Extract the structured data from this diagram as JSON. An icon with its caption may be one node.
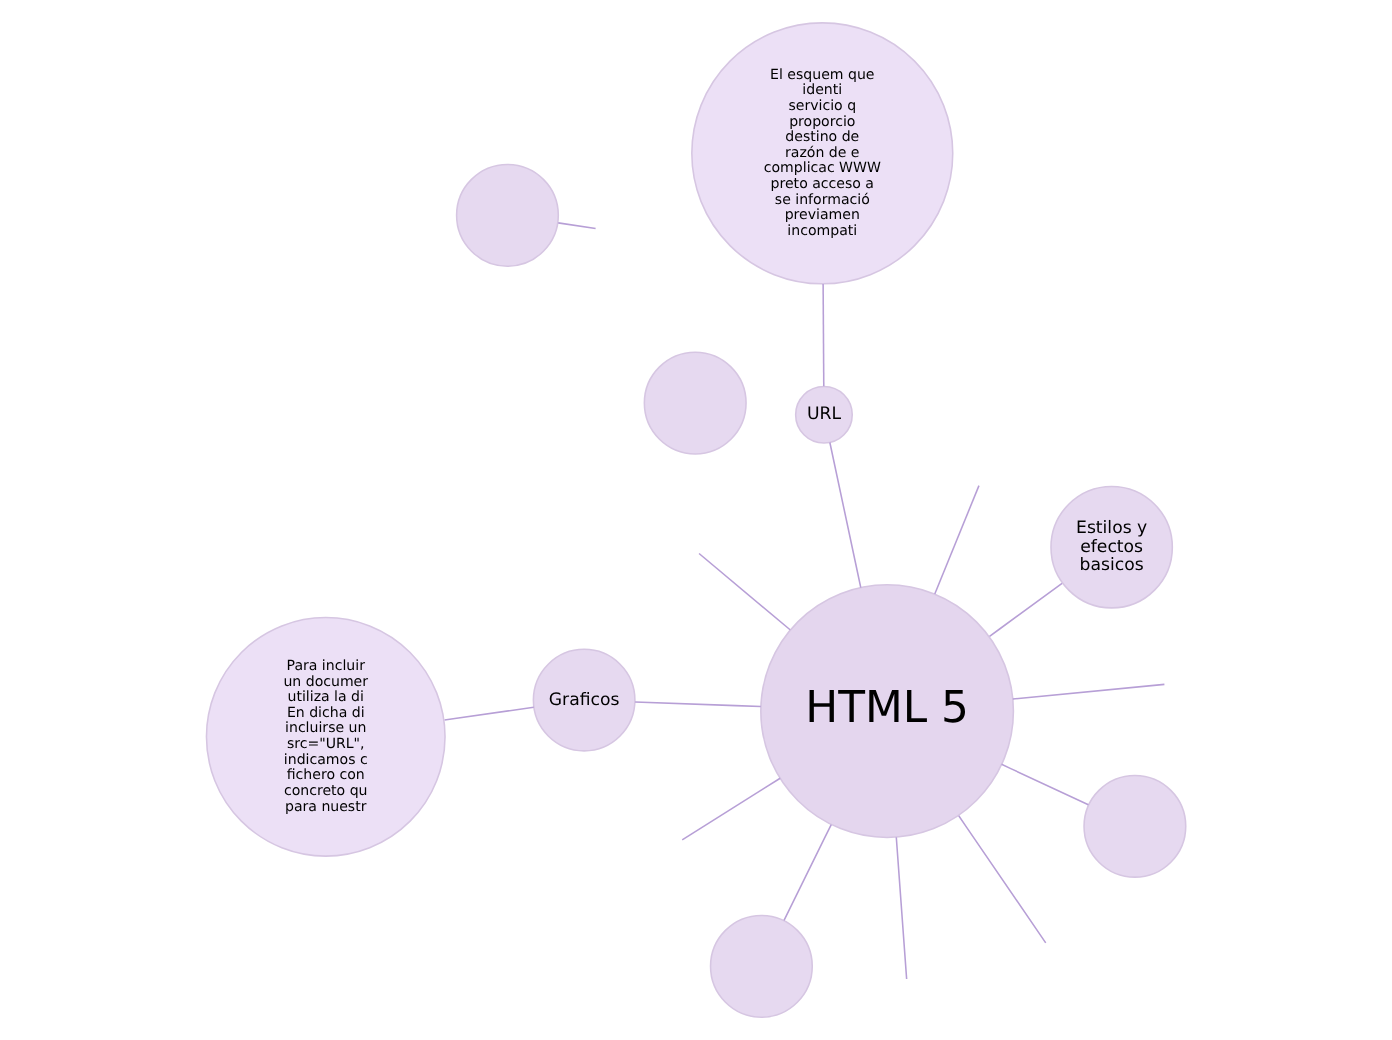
{
  "diagram": {
    "nodes": [
      {
        "text": [
          "HTML 5"
        ]
      },
      {
        "text": [
          "Estilos y efectos basicos"
        ]
      },
      {
        "text": [],
        "shape": "circle"
      },
      {
        "text": [],
        "shape": "circle"
      },
      {
        "text": [
          "URL"
        ]
      },
      {
        "text": [
          "El esquem que identi servicio q proporcio destino de razón de e complicac WWW preto acceso a se informació previamen incompati"
        ]
      },
      {
        "text": [
          "Graficos"
        ]
      },
      {
        "text": [
          "Para incluir un documer utiliza la di En dicha di incluirse un src=\"URL\", indicamos c fichero con concreto qu para nuestr"
        ]
      },
      {
        "text": [],
        "shape": "circle"
      },
      {
        "text": [],
        "shape": "circle"
      }
    ],
    "edges": [
      {
        "from": 0,
        "to": 1,
        "arrow": "none"
      },
      {
        "from": 0,
        "to": null,
        "arrow": "none"
      },
      {
        "from": 0,
        "to": null,
        "arrow": "none"
      },
      {
        "from": 0,
        "to": null,
        "arrow": "none"
      },
      {
        "from": 0,
        "to": 2,
        "arrow": "none"
      },
      {
        "from": 0,
        "to": 4,
        "arrow": "none"
      },
      {
        "from": 4,
        "to": 5,
        "arrow": "none"
      },
      {
        "from": 0,
        "to": 6,
        "arrow": "none"
      },
      {
        "from": 6,
        "to": 7,
        "arrow": "none"
      },
      {
        "from": 0,
        "to": 8,
        "arrow": "none"
      },
      {
        "from": 0,
        "to": null,
        "arrow": "none"
      },
      {
        "from": 0,
        "to": null,
        "arrow": "none"
      },
      {
        "from": 0,
        "to": null,
        "arrow": "none"
      },
      {
        "from": 9,
        "to": null,
        "arrow": "none"
      }
    ]
  }
}
